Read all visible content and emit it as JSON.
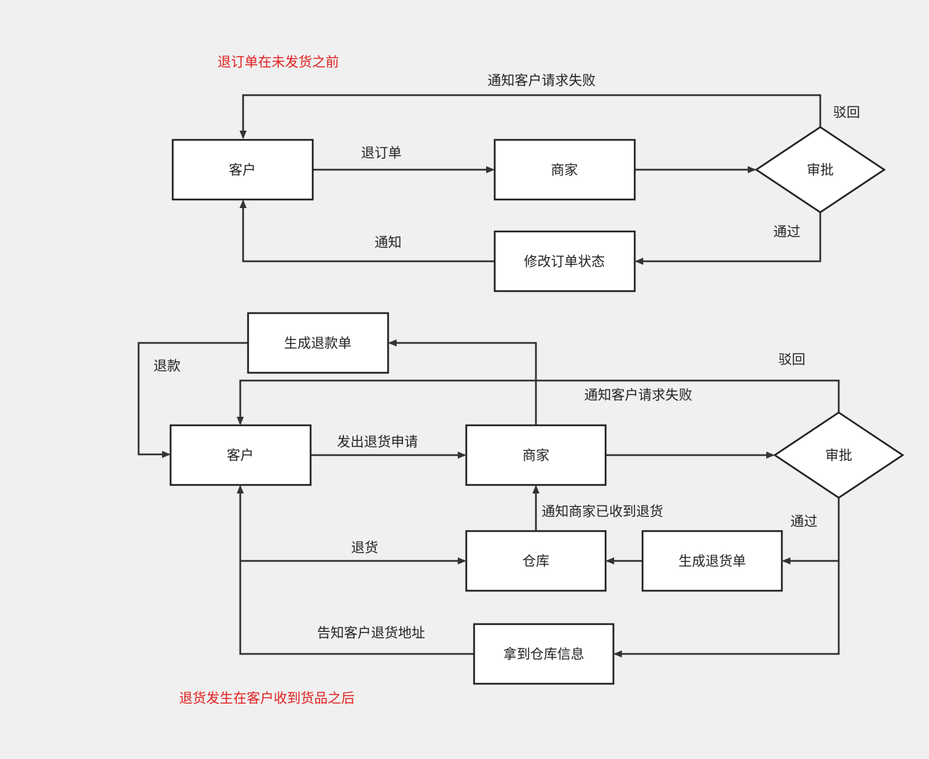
{
  "colors": {
    "background": "#f0f0f0",
    "box_fill": "#ffffff",
    "stroke": "#333333",
    "note": "#e02020"
  },
  "top": {
    "note": "退订单在未发货之前",
    "nodes": {
      "customer": "客户",
      "merchant": "商家",
      "approve": "审批",
      "modify_status": "修改订单状态"
    },
    "edges": {
      "cancel_order": "退订单",
      "notify": "通知",
      "pass": "通过",
      "reject": "驳回",
      "notify_fail": "通知客户请求失败"
    }
  },
  "bottom": {
    "note": "退货发生在客户收到货品之后",
    "nodes": {
      "refund_slip": "生成退款单",
      "customer": "客户",
      "merchant": "商家",
      "approve": "审批",
      "warehouse": "仓库",
      "return_slip": "生成退货单",
      "get_info": "拿到仓库信息"
    },
    "edges": {
      "refund": "退款",
      "apply_return": "发出退货申请",
      "reject": "驳回",
      "notify_fail": "通知客户请求失败",
      "notify_received": "通知商家已收到退货",
      "pass": "通过",
      "return_goods": "退货",
      "tell_address": "告知客户退货地址"
    }
  }
}
